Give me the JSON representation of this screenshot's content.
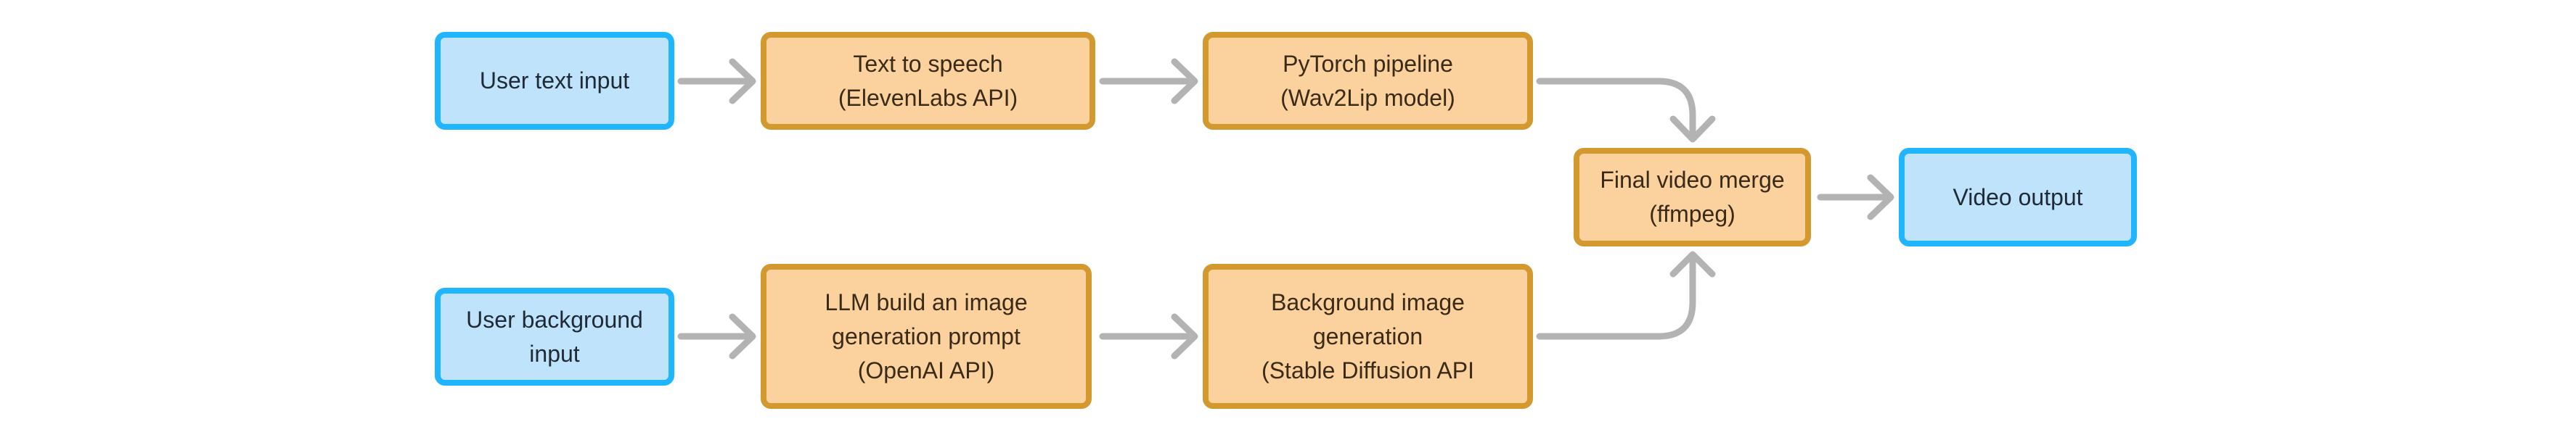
{
  "diagram": {
    "type": "flowchart",
    "colors": {
      "io_fill": "#bee3fb",
      "io_border": "#1fb6ff",
      "process_fill": "#fbd29e",
      "process_border": "#d4992e",
      "edge": "#b3b3b3"
    },
    "nodes": [
      {
        "id": "user-text-input",
        "kind": "io",
        "lines": [
          "User text input"
        ]
      },
      {
        "id": "text-to-speech",
        "kind": "process",
        "lines": [
          "Text to speech",
          "(ElevenLabs API)"
        ]
      },
      {
        "id": "pytorch-pipeline",
        "kind": "process",
        "lines": [
          "PyTorch pipeline",
          "(Wav2Lip model)"
        ]
      },
      {
        "id": "final-video-merge",
        "kind": "process",
        "lines": [
          "Final video merge",
          "(ffmpeg)"
        ]
      },
      {
        "id": "video-output",
        "kind": "io",
        "lines": [
          "Video output"
        ]
      },
      {
        "id": "user-background-input",
        "kind": "io",
        "lines": [
          "User background",
          "input"
        ]
      },
      {
        "id": "llm-prompt",
        "kind": "process",
        "lines": [
          "LLM build an image",
          "generation prompt",
          "(OpenAI API)"
        ]
      },
      {
        "id": "background-image-generation",
        "kind": "process",
        "lines": [
          "Background image",
          "generation",
          "(Stable Diffusion API"
        ]
      }
    ],
    "edges": [
      {
        "from": "user-text-input",
        "to": "text-to-speech"
      },
      {
        "from": "text-to-speech",
        "to": "pytorch-pipeline"
      },
      {
        "from": "pytorch-pipeline",
        "to": "final-video-merge"
      },
      {
        "from": "final-video-merge",
        "to": "video-output"
      },
      {
        "from": "user-background-input",
        "to": "llm-prompt"
      },
      {
        "from": "llm-prompt",
        "to": "background-image-generation"
      },
      {
        "from": "background-image-generation",
        "to": "final-video-merge"
      }
    ]
  }
}
